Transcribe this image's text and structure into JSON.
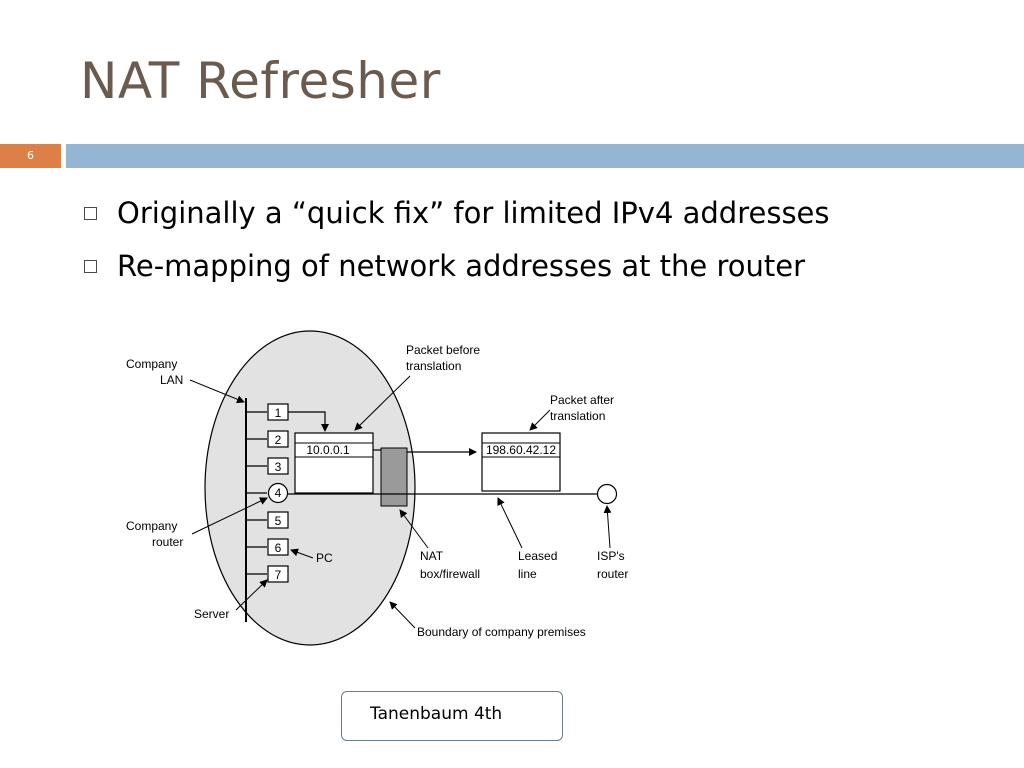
{
  "slide": {
    "title": "NAT Refresher",
    "number": "6",
    "bullets": [
      "Originally a “quick fix” for limited IPv4 addresses",
      "Re-mapping of network addresses at the router"
    ],
    "source": "Tanenbaum 4th",
    "colors": {
      "title": "#6b5a4e",
      "accent_orange": "#dd8047",
      "accent_blue": "#94b6d2"
    }
  },
  "diagram": {
    "labels": {
      "company_lan_1": "Company",
      "company_lan_2": "LAN",
      "packet_before_1": "Packet before",
      "packet_before_2": "translation",
      "packet_after_1": "Packet after",
      "packet_after_2": "translation",
      "company_router_1": "Company",
      "company_router_2": "router",
      "pc": "PC",
      "server": "Server",
      "nat_1": "NAT",
      "nat_2": "box/firewall",
      "leased_1": "Leased",
      "leased_2": "line",
      "isp_1": "ISP's",
      "isp_2": "router",
      "boundary": "Boundary of company premises"
    },
    "ip_before": "10.0.0.1",
    "ip_after": "198.60.42.12",
    "nodes": [
      "1",
      "2",
      "3",
      "4",
      "5",
      "6",
      "7"
    ]
  }
}
